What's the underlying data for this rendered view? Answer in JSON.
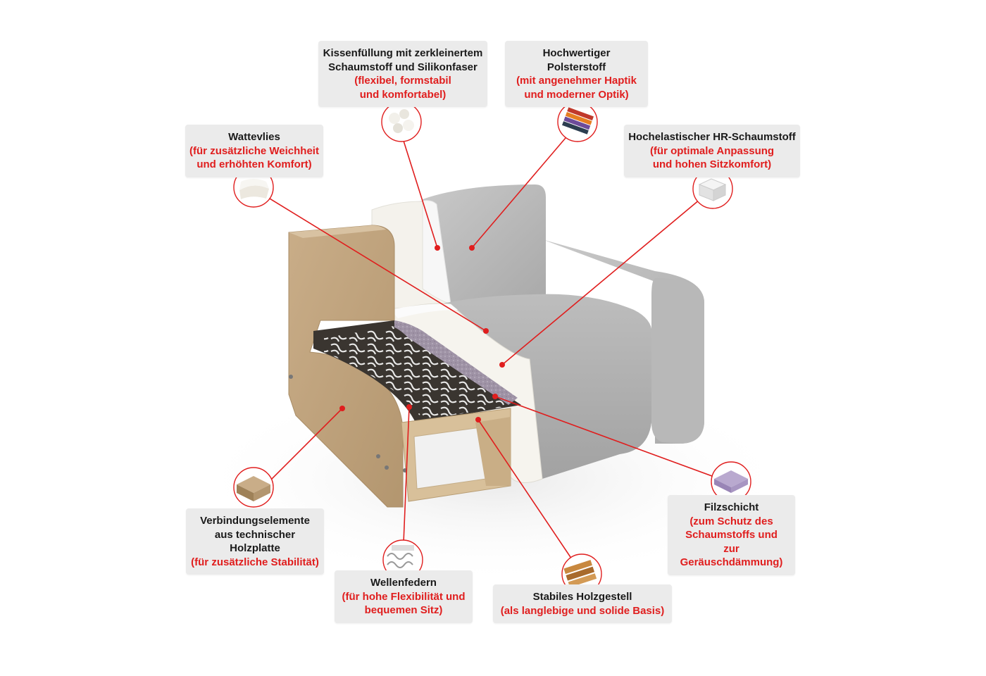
{
  "diagram": {
    "accent_color": "#e01e1e",
    "label_bg": "#ebebeb",
    "callouts": [
      {
        "id": "kissen",
        "title_lines": [
          "Kissenfüllung mit zerkleinertem",
          "Schaumstoff und Silikonfaser"
        ],
        "sub_lines": [
          "(flexibel, formstabil",
          "und komfortabel)"
        ],
        "icon": "shredded-foam-icon"
      },
      {
        "id": "polster",
        "title_lines": [
          "Hochwertiger",
          "Polsterstoff"
        ],
        "sub_lines": [
          "(mit angenehmer Haptik",
          "und moderner Optik)"
        ],
        "icon": "fabric-swatch-icon"
      },
      {
        "id": "watte",
        "title_lines": [
          "Wattevlies"
        ],
        "sub_lines": [
          "(für zusätzliche Weichheit",
          "und erhöhten Komfort)"
        ],
        "icon": "wadding-icon"
      },
      {
        "id": "hr",
        "title_lines": [
          "Hochelastischer HR-Schaumstoff"
        ],
        "sub_lines": [
          "(für optimale Anpassung",
          "und hohen Sitzkomfort)"
        ],
        "icon": "foam-block-icon"
      },
      {
        "id": "verbindung",
        "title_lines": [
          "Verbindungselemente",
          "aus technischer Holzplatte"
        ],
        "sub_lines": [
          "(für zusätzliche Stabilität)"
        ],
        "icon": "chipboard-icon"
      },
      {
        "id": "filz",
        "title_lines": [
          "Filzschicht"
        ],
        "sub_lines": [
          "(zum Schutz des",
          "Schaumstoffs und",
          "zur Geräuschdämmung)"
        ],
        "icon": "felt-layer-icon"
      },
      {
        "id": "wellen",
        "title_lines": [
          "Wellenfedern"
        ],
        "sub_lines": [
          "(für hohe Flexibilität und",
          "bequemen Sitz)"
        ],
        "icon": "wave-spring-icon"
      },
      {
        "id": "holz",
        "title_lines": [
          "Stabiles Holzgestell"
        ],
        "sub_lines": [
          "(als langlebige und solide Basis)"
        ],
        "icon": "wood-planks-icon"
      }
    ]
  }
}
